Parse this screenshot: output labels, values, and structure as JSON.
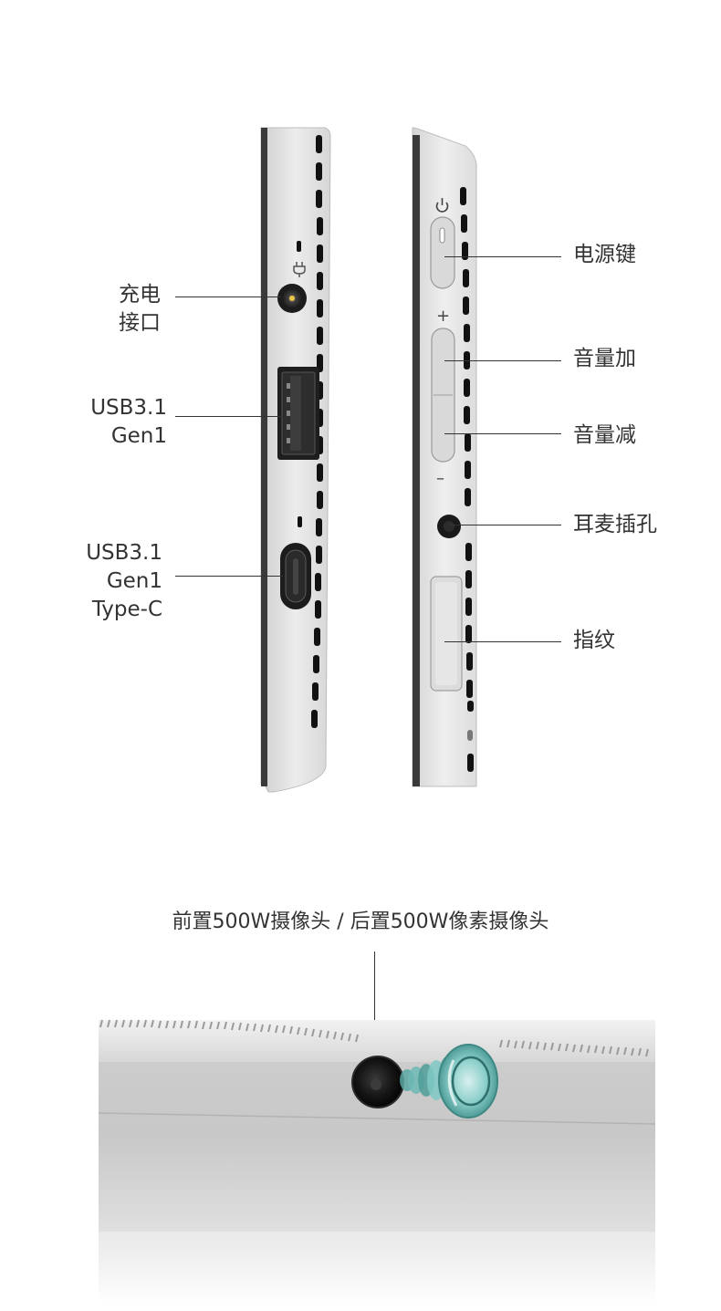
{
  "left_labels": {
    "charging_port": [
      "充电",
      "接口"
    ],
    "usb_a": [
      "USB3.1",
      "Gen1"
    ],
    "usb_c": [
      "USB3.1",
      "Gen1",
      "Type-C"
    ]
  },
  "right_labels": {
    "power_key": "电源键",
    "volume_up": "音量加",
    "volume_down": "音量减",
    "headphone_jack": "耳麦插孔",
    "fingerprint": "指纹"
  },
  "camera_caption": "前置500W摄像头 / 后置500W像素摄像头",
  "device_glyphs": {
    "plus": "+",
    "minus": "–"
  },
  "icons": [
    "power-icon",
    "charge-plug-icon"
  ],
  "colors": {
    "body": "#e6e6e6",
    "edge": "#3a3a3a",
    "vent": "#111111",
    "lens_teal": "#7fc9c4"
  }
}
